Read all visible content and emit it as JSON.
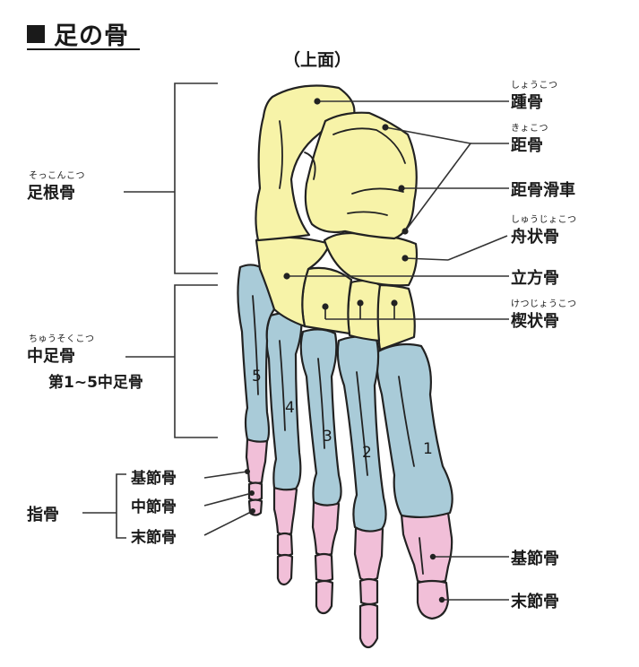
{
  "header": {
    "title": "足の骨",
    "view": "（上面）"
  },
  "colors": {
    "tarsal": "#f7f3a8",
    "metatarsal": "#a9cbd8",
    "phalanx": "#f1bfd8",
    "outline": "#222222",
    "line": "#333333"
  },
  "labels": {
    "calcaneus": {
      "text": "踵骨",
      "ruby": "しょうこつ"
    },
    "talus": {
      "text": "距骨",
      "ruby": "きょこつ"
    },
    "talar_trochlea": {
      "text": "距骨滑車"
    },
    "navicular": {
      "text": "舟状骨",
      "ruby": "しゅうじょこつ"
    },
    "cuboid": {
      "text": "立方骨"
    },
    "cuneiform": {
      "text": "楔状骨",
      "ruby": "けつじょうこつ"
    },
    "proximal_phalanx_right": {
      "text": "基節骨"
    },
    "distal_phalanx_right": {
      "text": "末節骨"
    },
    "tarsus": {
      "text": "足根骨",
      "ruby": "そっこんこつ"
    },
    "metatarsus": {
      "text": "中足骨",
      "ruby": "ちゅうそくこつ"
    },
    "metatarsal_range": {
      "text": "第1~5中足骨"
    },
    "phalanges": {
      "text": "指骨"
    },
    "proximal_phalanx_left": {
      "text": "基節骨"
    },
    "middle_phalanx_left": {
      "text": "中節骨"
    },
    "distal_phalanx_left": {
      "text": "末節骨"
    }
  },
  "metatarsal_numbers": [
    "1",
    "2",
    "3",
    "4",
    "5"
  ]
}
